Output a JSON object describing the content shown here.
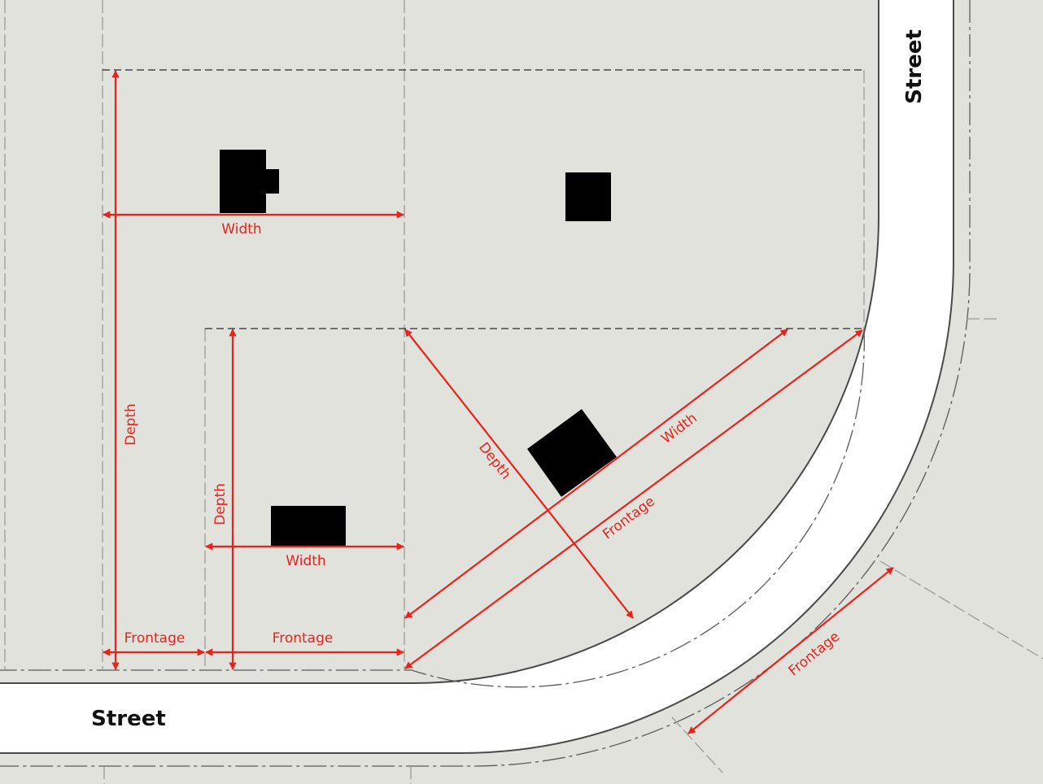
{
  "labels": {
    "street_bottom": "Street",
    "street_right": "Street",
    "lot_a_width": "Width",
    "lot_a_depth": "Depth",
    "lot_b_width": "Width",
    "lot_b_depth": "Depth",
    "lot_a_frontage": "Frontage",
    "lot_b_frontage": "Frontage",
    "corner_width": "Width",
    "corner_depth": "Depth",
    "corner_frontage": "Frontage",
    "outer_frontage": "Frontage"
  },
  "colors": {
    "dimension": "#e8231c",
    "lot": "#e2e2dc",
    "street": "#ffffff",
    "building": "#000000"
  }
}
